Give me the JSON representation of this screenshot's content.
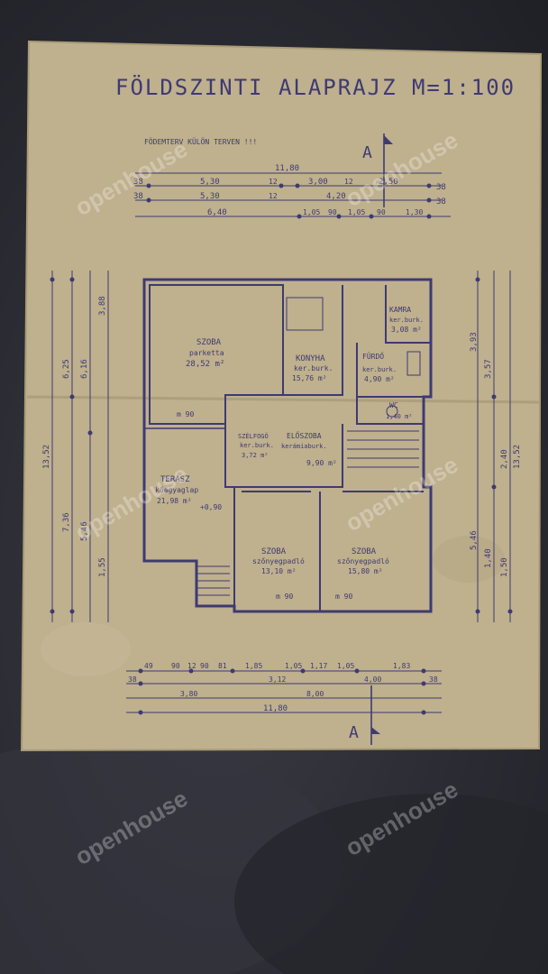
{
  "sheet": {
    "title": "FÖLDSZINTI ALAPRAJZ M=1:100",
    "note": "FÖDEMTERV KÜLÖN TERVEN !!!",
    "section_mark": "A"
  },
  "rooms": [
    {
      "name": "SZOBA",
      "floor": "parketta",
      "area": "28,52 m²",
      "level": "m 90"
    },
    {
      "name": "KONYHA",
      "floor": "ker.burk.",
      "area": "15,76 m²"
    },
    {
      "name": "KAMRA",
      "floor": "ker.burk.",
      "area": "3,08 m²"
    },
    {
      "name": "FÜRDŐ",
      "floor": "ker.burk.",
      "area": "4,90 m²"
    },
    {
      "name": "WC",
      "area": "1,40 m²"
    },
    {
      "name": "SZÉLFOGÓ",
      "floor": "ker.burk.",
      "area": "3,72 m²"
    },
    {
      "name": "ELŐSZOBA",
      "floor": "kerámiaburk.",
      "area": "9,90 m²"
    },
    {
      "name": "TERASZ",
      "floor": "kőagyaglap",
      "area": "21,98 m²",
      "level": "+0,90"
    },
    {
      "name": "SZOBA",
      "floor": "szőnyegpadló",
      "area": "13,10 m²",
      "level": "m 90"
    },
    {
      "name": "SZOBA",
      "floor": "szőnyegpadló",
      "area": "15,80 m²",
      "level": "m 90"
    }
  ],
  "dimensions": {
    "top_overall": "11,80",
    "top_row1": [
      "38",
      "5,30",
      "12",
      "3,00",
      "12",
      "2,50",
      "38"
    ],
    "top_row2": [
      "38",
      "5,30",
      "12",
      "4,20",
      "38"
    ],
    "top_row3": [
      "6,40",
      "1,05",
      "90",
      "1,05",
      "90",
      "1,30"
    ],
    "bottom_row1": [
      "49",
      "90",
      "12",
      "90",
      "81",
      "1,85",
      "1,05",
      "1,17",
      "1,05",
      "1,83"
    ],
    "bottom_row2": [
      "38",
      "3,12",
      "4,00",
      "38"
    ],
    "bottom_row3": [
      "3,80",
      "8,00"
    ],
    "bottom_overall": "11,80",
    "left_overall": "13,52",
    "right_overall": "13,52",
    "left_parts": [
      "6,25",
      "6,16",
      "7,36",
      "5,46",
      "3,88",
      "1,55"
    ],
    "right_parts": [
      "3,93",
      "3,57",
      "5,46",
      "1,40",
      "2,40",
      "1,50"
    ]
  },
  "watermark": "openhouse"
}
